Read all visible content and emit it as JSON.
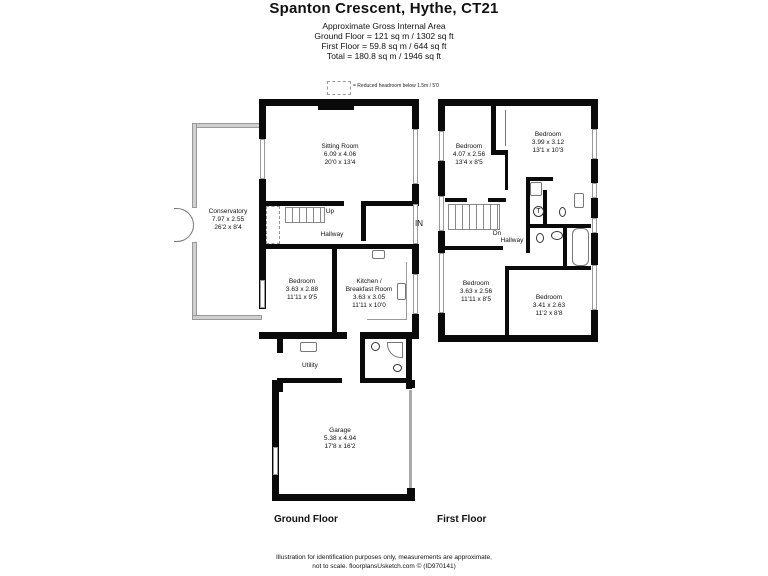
{
  "header": {
    "title": "Spanton Crescent, Hythe, CT21",
    "area_heading": "Approximate Gross Internal Area",
    "ground_floor_area": "Ground Floor = 121 sq m / 1302 sq ft",
    "first_floor_area": "First Floor = 59.8 sq m / 644 sq ft",
    "total_area": "Total = 180.8 sq m / 1946 sq ft"
  },
  "legend": {
    "reduced_headroom": "= Reduced headroom below 1.5m / 5'0"
  },
  "ground_floor": {
    "label": "Ground Floor",
    "entrance": "IN",
    "rooms": {
      "sitting_room": {
        "name": "Sitting Room",
        "metric": "6.09 x 4.06",
        "imperial": "20'0 x 13'4"
      },
      "conservatory": {
        "name": "Conservatory",
        "metric": "7.97 x 2.55",
        "imperial": "26'2 x 8'4"
      },
      "hallway": {
        "name": "Hallway",
        "stairs": "Up"
      },
      "bedroom": {
        "name": "Bedroom",
        "metric": "3.63 x 2.88",
        "imperial": "11'11 x 9'5"
      },
      "kitchen": {
        "name": "Kitchen /",
        "name2": "Breakfast Room",
        "metric": "3.63 x 3.05",
        "imperial": "11'11 x 10'0"
      },
      "utility": {
        "name": "Utility"
      },
      "garage": {
        "name": "Garage",
        "metric": "5.38 x 4.94",
        "imperial": "17'8 x 16'2"
      }
    }
  },
  "first_floor": {
    "label": "First Floor",
    "rooms": {
      "bedroom_1": {
        "name": "Bedroom",
        "metric": "4.07 x 2.56",
        "imperial": "13'4 x 8'5"
      },
      "bedroom_2": {
        "name": "Bedroom",
        "metric": "3.99 x 3.12",
        "imperial": "13'1 x 10'3"
      },
      "bedroom_3": {
        "name": "Bedroom",
        "metric": "3.63 x 2.56",
        "imperial": "11'11 x 8'5"
      },
      "bedroom_4": {
        "name": "Bedroom",
        "metric": "3.41 x 2.63",
        "imperial": "11'2 x 8'8"
      },
      "hallway": {
        "name": "Hallway",
        "stairs": "Dn"
      },
      "tank": {
        "symbol": "T"
      }
    }
  },
  "footer": {
    "line1": "Illustration for identification purposes only, measurements are approximate,",
    "line2": "not to scale. floorplansUsketch.com © (ID970141)"
  }
}
